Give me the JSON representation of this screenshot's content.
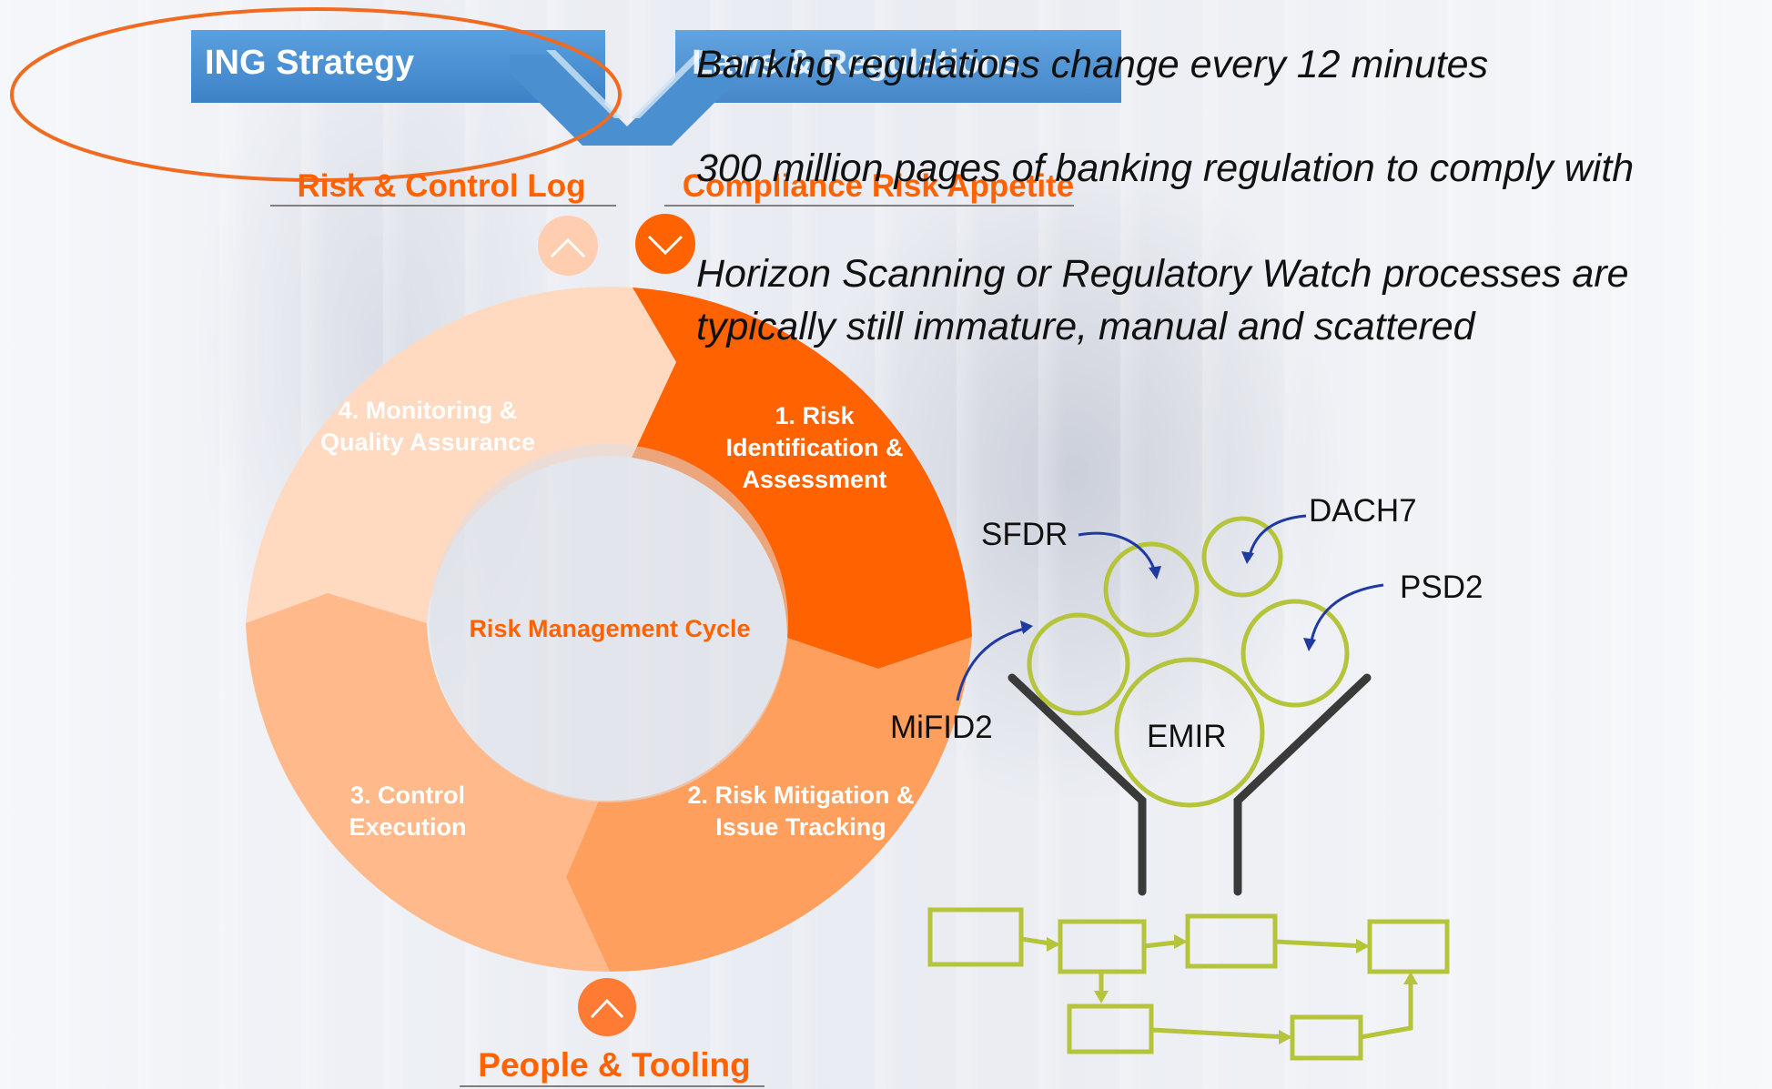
{
  "banners": {
    "strategy_label": "ING Strategy",
    "regulations_label": "Laws & Regulations"
  },
  "pillars": {
    "risk_control_log": "Risk & Control Log",
    "compliance_risk_appetite": "Compliance Risk Appetite",
    "people_tooling": "People & Tooling"
  },
  "cycle": {
    "center_label": "Risk Management Cycle",
    "segments": [
      {
        "label": "1. Risk Identification & Assessment"
      },
      {
        "label": "2. Risk Mitigation & Issue Tracking"
      },
      {
        "label": "3. Control Execution"
      },
      {
        "label": "4. Monitoring & Quality Assurance"
      }
    ]
  },
  "statements": [
    "Banking regulations change every 12 minutes",
    "300 million pages of banking regulation to comply with",
    "Horizon Scanning or Regulatory Watch processes are",
    "typically still immature, manual and scattered"
  ],
  "regulations": {
    "sfdr": "SFDR",
    "dach7": "DACH7",
    "psd2": "PSD2",
    "mifid2": "MiFID2",
    "emir": "EMIR"
  },
  "colors": {
    "accent_orange": "#ff6200",
    "banner_blue": "#4a90d0",
    "segment1": "#ff6200",
    "segment2": "#ff9f5e",
    "segment3": "#ffb98a",
    "segment4": "#ffd9c0",
    "sketch_green": "#b5c43a",
    "arrow_navy": "#1f3aa0",
    "highlight_ellipse": "#f06a1f"
  }
}
